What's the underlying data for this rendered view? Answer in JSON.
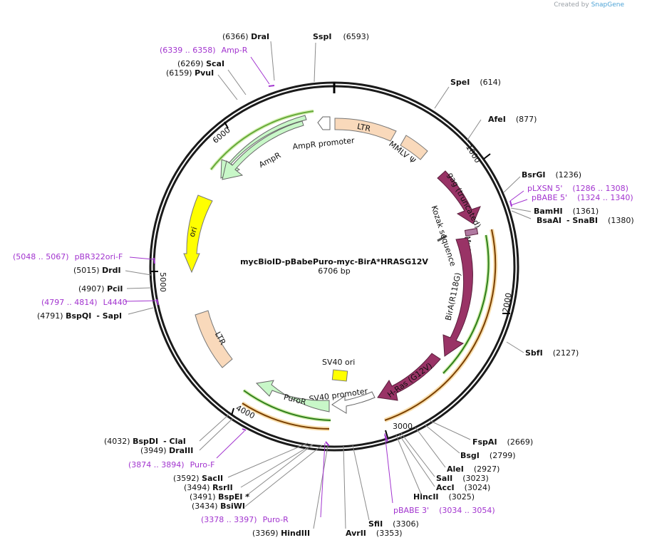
{
  "credit": {
    "prefix": "Created by",
    "brand": "SnapGene"
  },
  "plasmid": {
    "name": "mycBioID-pBabePuro-myc-BirA*HRASG12V",
    "length_label": "6706 bp",
    "length": 6706
  },
  "ticks": [
    "1000",
    "2000",
    "3000",
    "4000",
    "5000",
    "6000"
  ],
  "features": {
    "ltr1": "LTR",
    "mmlv": "MMLV Ψ",
    "gag": "gag (truncated)",
    "kozak": "Kozak sequence",
    "myc": "Myc",
    "birA": "BirA(R118G)",
    "hras": "H-Ras (G12V)",
    "sv40ori": "SV40 ori",
    "sv40prom": "SV40 promoter",
    "puroR": "PuroR",
    "ltr2": "LTR",
    "ori": "ori",
    "ampR": "AmpR",
    "ampRprom": "AmpR promoter"
  },
  "sites": [
    {
      "pos": "(6366)",
      "name": "DraI"
    },
    {
      "pos": "(6593)",
      "name": "SspI"
    },
    {
      "pos": "(6269)",
      "name": "ScaI"
    },
    {
      "pos": "(6159)",
      "name": "PvuI"
    },
    {
      "pos": "(614)",
      "name": "SpeI"
    },
    {
      "pos": "(877)",
      "name": "AfeI"
    },
    {
      "pos": "(1236)",
      "name": "BsrGI"
    },
    {
      "pos": "(1361)",
      "name": "BamHI"
    },
    {
      "pos": "(1380)",
      "name": "BsaAI",
      "name2": "- SnaBI"
    },
    {
      "pos": "(2127)",
      "name": "SbfI"
    },
    {
      "pos": "(2669)",
      "name": "FspAI"
    },
    {
      "pos": "(2799)",
      "name": "BsgI"
    },
    {
      "pos": "(2927)",
      "name": "AleI"
    },
    {
      "pos": "(3023)",
      "name": "SalI"
    },
    {
      "pos": "(3024)",
      "name": "AccI"
    },
    {
      "pos": "(3025)",
      "name": "HincII"
    },
    {
      "pos": "(3306)",
      "name": "SfiI"
    },
    {
      "pos": "(3353)",
      "name": "AvrII"
    },
    {
      "pos": "(3369)",
      "name": "HindIII"
    },
    {
      "pos": "(3434)",
      "name": "BsiWI"
    },
    {
      "pos": "(3491)",
      "name": "BspEI *"
    },
    {
      "pos": "(3494)",
      "name": "RsrII"
    },
    {
      "pos": "(3592)",
      "name": "SacII"
    },
    {
      "pos": "(3949)",
      "name": "DraIII"
    },
    {
      "pos": "(4032)",
      "name": "BspDI",
      "name2": "- ClaI"
    },
    {
      "pos": "(4791)",
      "name": "BspQI",
      "name2": "- SapI"
    },
    {
      "pos": "(4907)",
      "name": "PciI"
    },
    {
      "pos": "(5015)",
      "name": "DrdI"
    }
  ],
  "primers": [
    {
      "range": "(6339 .. 6358)",
      "name": "Amp-R"
    },
    {
      "range": "(1286 .. 1308)",
      "name": "pLXSN 5'"
    },
    {
      "range": "(1324 .. 1340)",
      "name": "pBABE 5'"
    },
    {
      "range": "(3034 .. 3054)",
      "name": "pBABE 3'"
    },
    {
      "range": "(3378 .. 3397)",
      "name": "Puro-R"
    },
    {
      "range": "(3874 .. 3894)",
      "name": "Puro-F"
    },
    {
      "range": "(4797 .. 4814)",
      "name": "L4440"
    },
    {
      "range": "(5048 .. 5067)",
      "name": "pBR322ori-F"
    }
  ],
  "colors": {
    "backbone": "#1a1a1a",
    "ltr": "#f9d9bb",
    "orf": "#993366",
    "marker": "#c8f7c8",
    "ori": "#ffff00",
    "primer": "#a234cf",
    "orange_feature": "#f5a623"
  }
}
